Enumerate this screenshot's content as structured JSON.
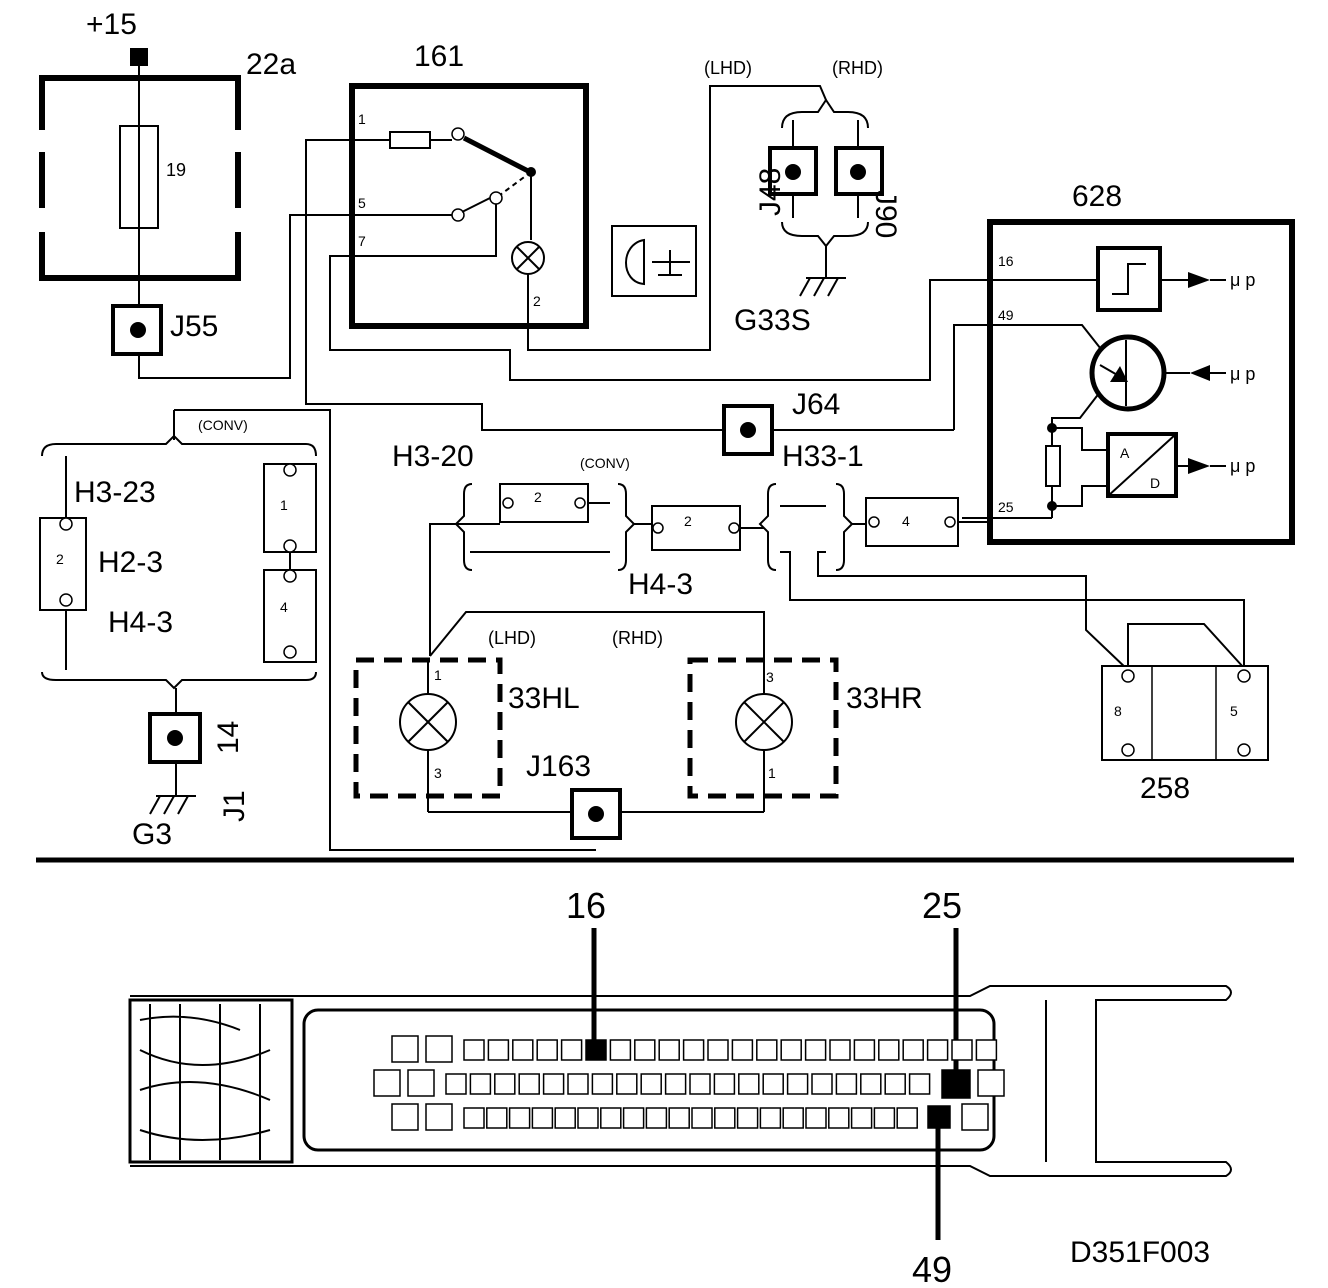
{
  "labels": {
    "plus15": "+15",
    "c22a": "22a",
    "c161": "161",
    "c628": "628",
    "fuse": "19",
    "j55": "J55",
    "j48": "J48",
    "j90": "J90",
    "g33s": "G33S",
    "lhd_top": "(LHD)",
    "rhd_top": "(RHD)",
    "j64": "J64",
    "h3_20": "H3-20",
    "h33_1": "H33-1",
    "conv_a": "(CONV)",
    "conv_b": "(CONV)",
    "h3_23": "H3-23",
    "h2_3": "H2-3",
    "h4_3_left": "H4-3",
    "h4_3_mid": "H4-3",
    "lhd_mid": "(LHD)",
    "rhd_mid": "(RHD)",
    "c33hl": "33HL",
    "c33hr": "33HR",
    "j163": "J163",
    "c258": "258",
    "c14": "14",
    "j1": "J1",
    "g3": "G3",
    "mu1": "μ p",
    "mu2": "μ p",
    "mu3": "μ p",
    "ad_a": "A",
    "ad_d": "D",
    "pin16_top": "16",
    "pin25_top": "25",
    "pin49_bottom": "49",
    "code": "D351F003"
  },
  "pins": {
    "r161_1": "1",
    "r161_5": "5",
    "r161_7": "7",
    "r161_2": "2",
    "ecu_16": "16",
    "ecu_49": "49",
    "ecu_25": "25",
    "conn_2a": "2",
    "conn_2b": "2",
    "conn_4": "4",
    "conv_1": "1",
    "conv_4": "4",
    "left_2": "2",
    "hl_1": "1",
    "hl_3": "3",
    "hr_3": "3",
    "hr_1": "1",
    "sw_8": "8",
    "sw_5": "5"
  }
}
